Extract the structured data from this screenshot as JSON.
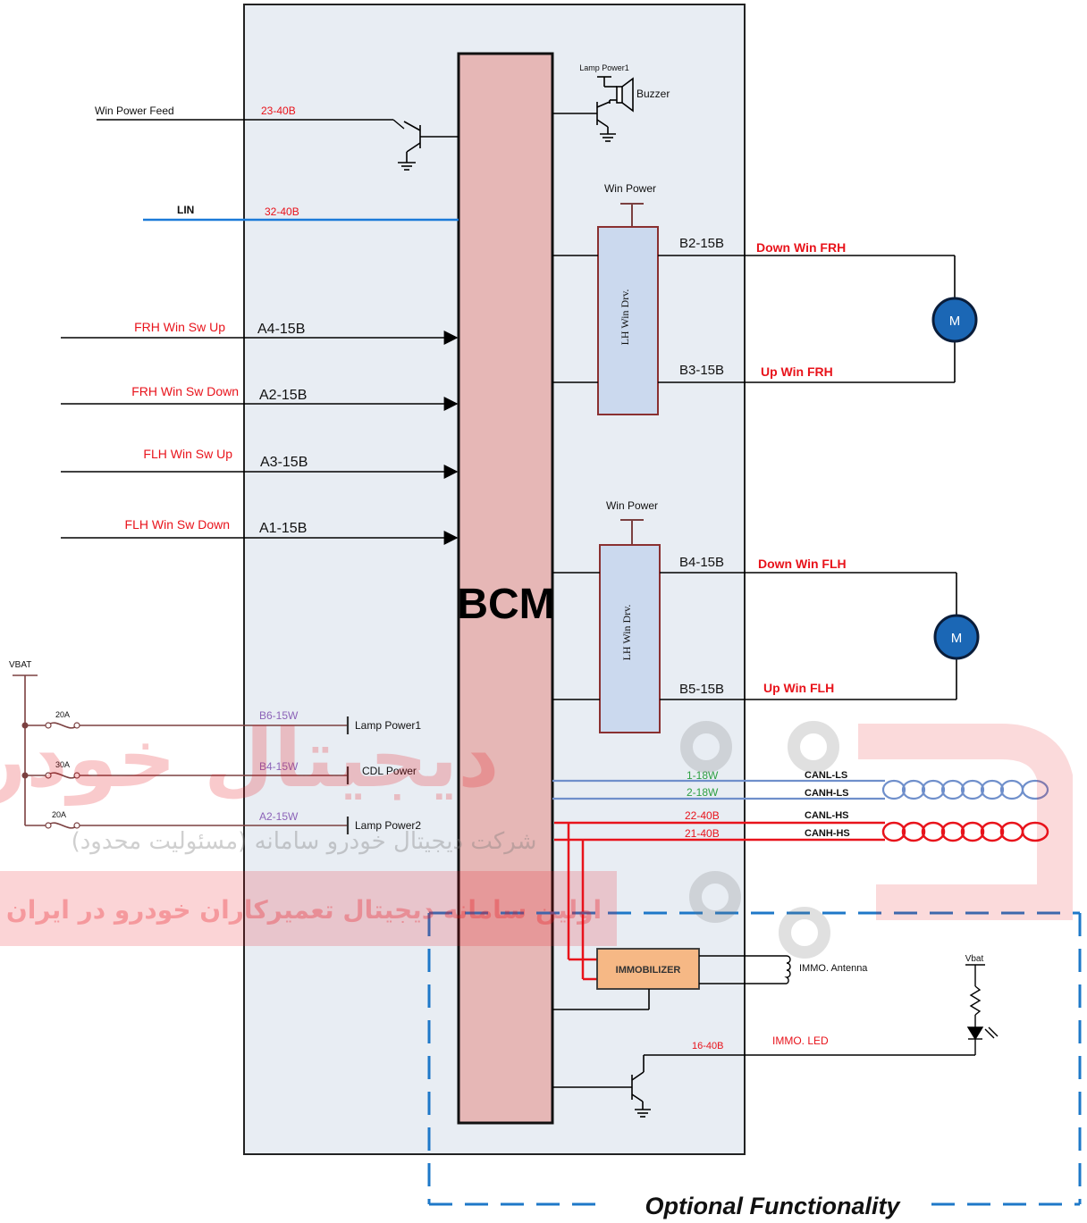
{
  "module": {
    "name": "BCM"
  },
  "inputs": {
    "win_power_feed": {
      "label": "Win Power Feed",
      "pin": "23-40B"
    },
    "lin": {
      "label": "LIN",
      "pin": "32-40B"
    },
    "frh_up": {
      "label": "FRH Win Sw Up",
      "pin": "A4-15B"
    },
    "frh_down": {
      "label": "FRH Win Sw Down",
      "pin": "A2-15B"
    },
    "flh_up": {
      "label": "FLH Win Sw Up",
      "pin": "A3-15B"
    },
    "flh_down": {
      "label": "FLH Win Sw Down",
      "pin": "A1-15B"
    }
  },
  "buzzer": {
    "supply": "Lamp Power1",
    "label": "Buzzer"
  },
  "drivers": [
    {
      "supply": "Win Power",
      "name": "LH Win Drv.",
      "out_a": {
        "pin": "B2-15B",
        "label": "Down Win FRH"
      },
      "out_b": {
        "pin": "B3-15B",
        "label": "Up Win FRH"
      },
      "motor": "M"
    },
    {
      "supply": "Win Power",
      "name": "LH Win Drv.",
      "out_a": {
        "pin": "B4-15B",
        "label": "Down Win FLH"
      },
      "out_b": {
        "pin": "B5-15B",
        "label": "Up Win FLH"
      },
      "motor": "M"
    }
  ],
  "power": {
    "vbat": "VBAT",
    "fuses": [
      {
        "rating": "20A",
        "pin": "B6-15W",
        "label": "Lamp Power1"
      },
      {
        "rating": "30A",
        "pin": "B4-15W",
        "label": "CDL Power"
      },
      {
        "rating": "20A",
        "pin": "A2-15W",
        "label": "Lamp Power2"
      }
    ]
  },
  "can": [
    {
      "pin": "1-18W",
      "label": "CANL-LS"
    },
    {
      "pin": "2-18W",
      "label": "CANH-LS"
    },
    {
      "pin": "22-40B",
      "label": "CANL-HS"
    },
    {
      "pin": "21-40B",
      "label": "CANH-HS"
    }
  ],
  "immobilizer": {
    "label": "IMMOBILIZER",
    "antenna": "IMMO. Antenna",
    "led_supply": "Vbat",
    "led_label": "IMMO. LED",
    "led_pin": "16-40B"
  },
  "optional": {
    "label": "Optional Functionality"
  },
  "watermark": {
    "logo_text": "دیجیتال خودرو",
    "line1": "شرکت دیجیتال خودرو سامانه (مسئولیت محدود)",
    "line2": "اولین سامانه دیجیتال تعمیرکاران خودرو در ایران"
  },
  "colors": {
    "bcm_fill": "#e6b7b6",
    "module_fill": "#e8edf3",
    "driver_fill": "#cbd9ee",
    "motor_fill": "#1b67b5",
    "red": "#e8131b",
    "blue_wire": "#1b7ad8",
    "can_ls": "#6f8fcb",
    "fuse_wire": "#7b4040",
    "immo_fill": "#f6b885",
    "purple": "#8c63b8",
    "green": "#2ea043",
    "dash": "#1e78c8"
  }
}
